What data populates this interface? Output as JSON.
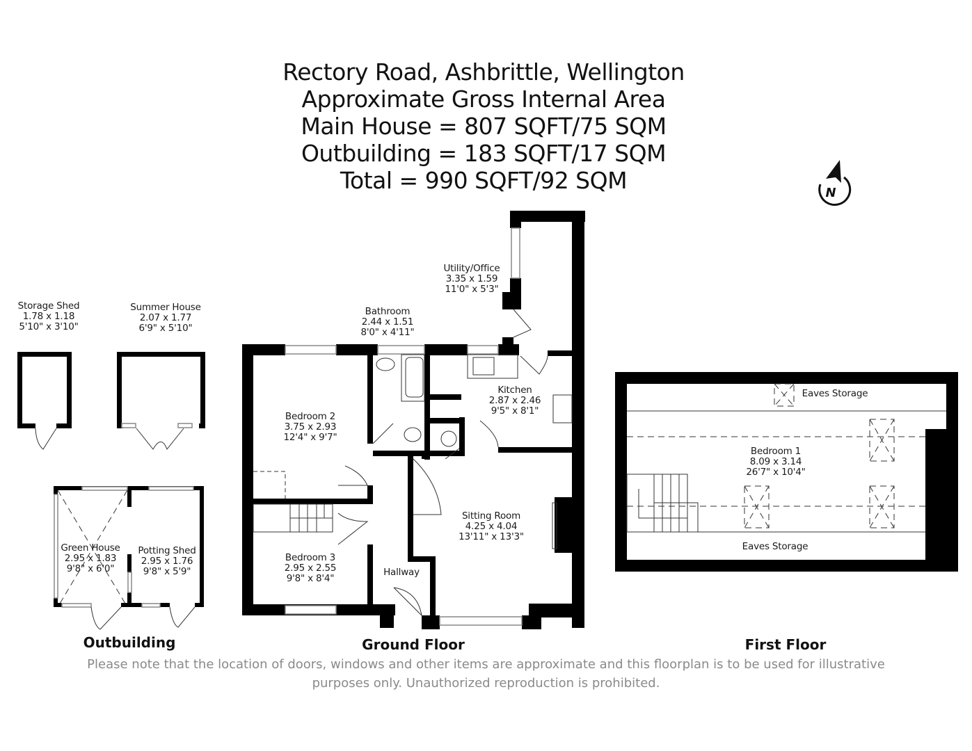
{
  "header": {
    "address": "Rectory Road, Ashbrittle, Wellington",
    "subtitle": "Approximate Gross Internal Area",
    "main_house_area": "Main House = 807 SQFT/75 SQM",
    "outbuilding_area": "Outbuilding = 183 SQFT/17 SQM",
    "total_area": "Total = 990 SQFT/92 SQM"
  },
  "compass": {
    "label": "N"
  },
  "outbuilding": {
    "label": "Outbuilding",
    "rooms": [
      {
        "name": "Storage Shed",
        "metric": "1.78 x 1.18",
        "imperial": "5'10\" x 3'10\""
      },
      {
        "name": "Summer House",
        "metric": "2.07 x 1.77",
        "imperial": "6'9\" x 5'10\""
      },
      {
        "name": "Green House",
        "metric": "2.95 x 1.83",
        "imperial": "9'8\" x 6'0\""
      },
      {
        "name": "Potting Shed",
        "metric": "2.95 x 1.76",
        "imperial": "9'8\" x 5'9\""
      }
    ]
  },
  "ground_floor": {
    "label": "Ground Floor",
    "rooms": [
      {
        "name": "Utility/Office",
        "metric": "3.35 x 1.59",
        "imperial": "11'0\" x 5'3\""
      },
      {
        "name": "Bathroom",
        "metric": "2.44 x 1.51",
        "imperial": "8'0\" x 4'11\""
      },
      {
        "name": "Kitchen",
        "metric": "2.87 x 2.46",
        "imperial": "9'5\" x 8'1\""
      },
      {
        "name": "Bedroom 2",
        "metric": "3.75 x 2.93",
        "imperial": "12'4\" x 9'7\""
      },
      {
        "name": "Sitting Room",
        "metric": "4.25 x 4.04",
        "imperial": "13'11\" x 13'3\""
      },
      {
        "name": "Bedroom 3",
        "metric": "2.95 x 2.55",
        "imperial": "9'8\" x 8'4\""
      },
      {
        "name": "Hallway"
      }
    ]
  },
  "first_floor": {
    "label": "First Floor",
    "rooms": [
      {
        "name": "Eaves Storage"
      },
      {
        "name": "Bedroom 1",
        "metric": "8.09 x 3.14",
        "imperial": "26'7\" x 10'4\""
      },
      {
        "name": "Eaves Storage"
      }
    ]
  },
  "disclaimer": {
    "line1": "Please note that the location of doors, windows and other items are approximate and this floorplan is to be used for illustrative",
    "line2": "purposes only. Unauthorized reproduction is prohibited."
  },
  "colors": {
    "wall": "#000000",
    "text": "#111111",
    "disclaimer": "#8a8a8a",
    "background": "#ffffff"
  }
}
